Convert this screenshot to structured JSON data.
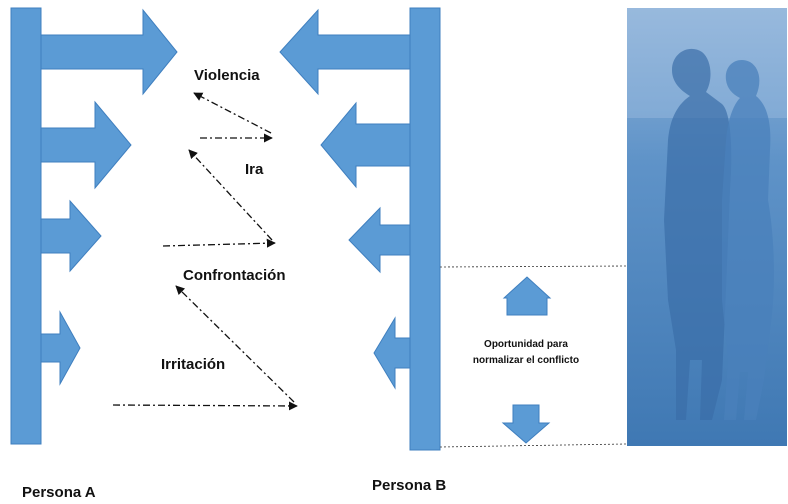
{
  "levels": [
    "Violencia",
    "Ira",
    "Confrontación",
    "Irritación"
  ],
  "note": {
    "line1": "Oportunidad para",
    "line2": "normalizar el conflicto"
  },
  "persons": {
    "a": "Persona A",
    "b": "Persona B"
  },
  "colors": {
    "arrow": "#5b9bd5",
    "bar": "#5b9bd5",
    "stroke": "#3f7fbf",
    "photo": "#4f86bf"
  },
  "image": {
    "description_icon": "couple-silhouette-photo"
  }
}
